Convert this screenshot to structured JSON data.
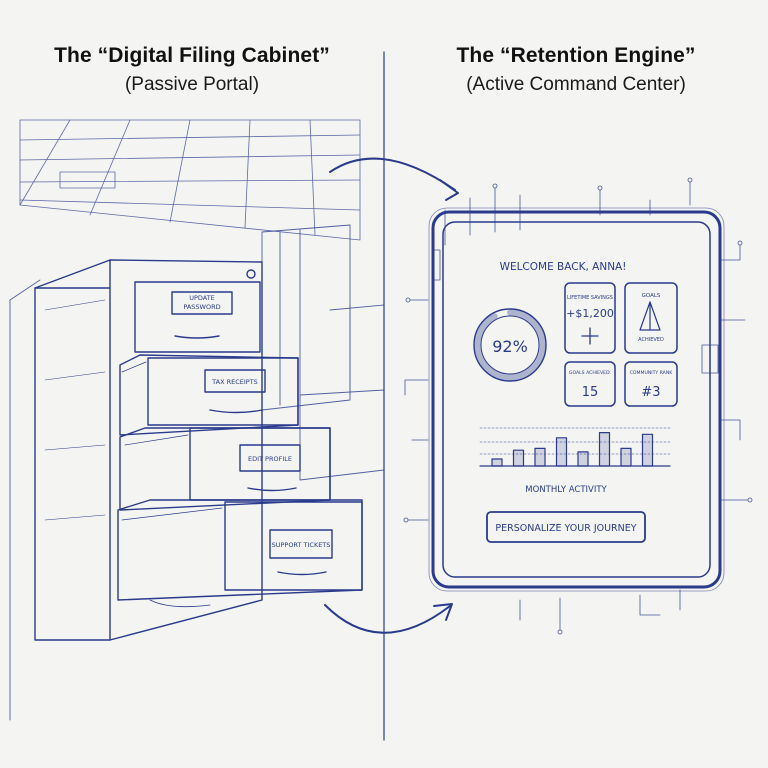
{
  "left": {
    "title": "The “Digital Filing Cabinet”",
    "subtitle": "(Passive Portal)",
    "drawers": {
      "top": "UPDATE PASSWORD",
      "second": "TAX RECEIPTS",
      "third": "EDIT PROFILE",
      "bottom": "SUPPORT TICKETS"
    }
  },
  "right": {
    "title": "The “Retention Engine”",
    "subtitle": "(Active Command Center)",
    "dashboard": {
      "welcome": "WELCOME BACK, ANNA!",
      "progress_value": "92%",
      "progress_fraction": 0.92,
      "lifetime_savings_label": "LIFETIME SAVINGS",
      "lifetime_savings_value": "+$1,200",
      "goals_label": "GOALS",
      "goals_status": "ACHIEVED",
      "goals_achieved_label": "GOALS ACHIEVED.",
      "goals_achieved_value": "15",
      "community_rank_label": "COMMUNITY RANK",
      "community_rank_value": "#3",
      "activity_label": "MONTHLY ACTIVITY",
      "cta_label": "PERSONALIZE YOUR JOURNEY"
    }
  },
  "colors": {
    "ink": "#2a3a8c",
    "paper": "#f4f4f2",
    "heading": "#111111"
  },
  "chart_data": {
    "type": "bar",
    "title": "MONTHLY ACTIVITY",
    "values": [
      8,
      18,
      20,
      32,
      16,
      38,
      20,
      36
    ],
    "ylim": [
      0,
      50
    ],
    "grid": true
  }
}
